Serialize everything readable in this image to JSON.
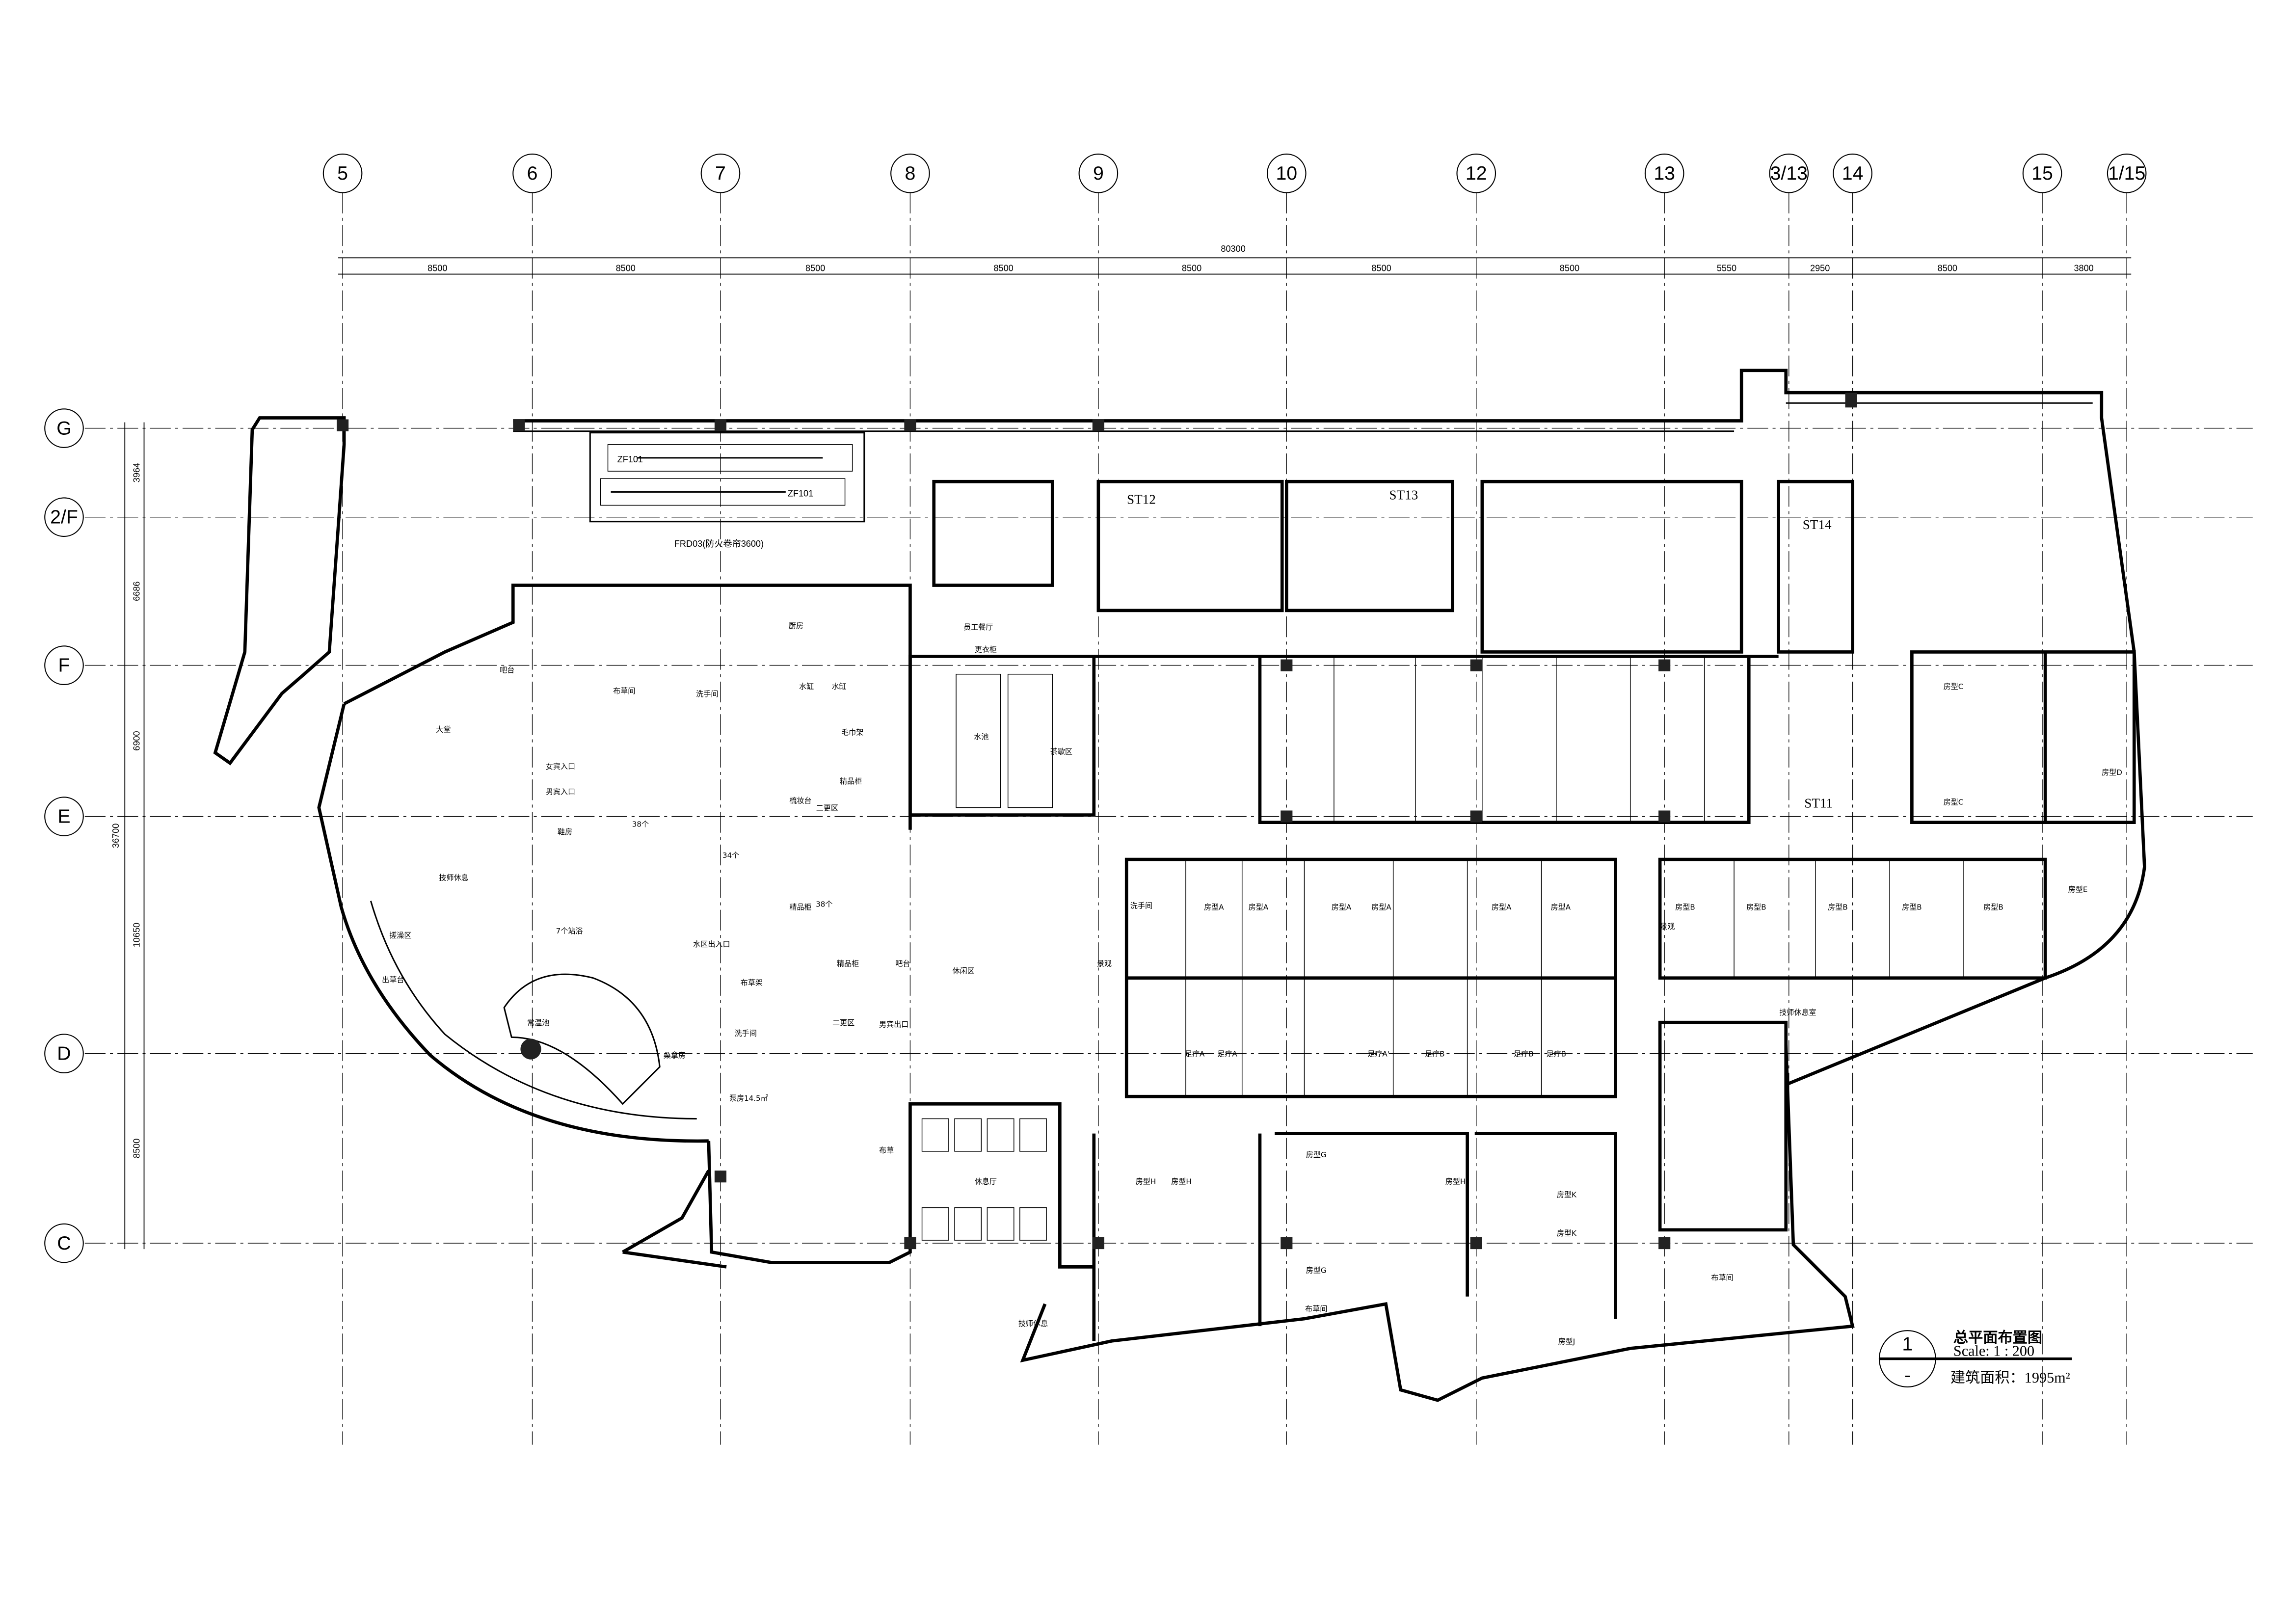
{
  "drawing": {
    "number": "1",
    "sub_number": "-",
    "title": "总平面布置图",
    "scale": "Scale: 1 : 200",
    "area": "建筑面积：1995m²"
  },
  "grid": {
    "columns": [
      "5",
      "6",
      "7",
      "8",
      "9",
      "10",
      "12",
      "13",
      "3/13",
      "14",
      "15",
      "1/15"
    ],
    "rows": [
      "G",
      "2/F",
      "F",
      "E",
      "D",
      "C"
    ]
  },
  "dimensions": {
    "total_horizontal": "80300",
    "horizontal": [
      "8500",
      "8500",
      "8500",
      "8500",
      "8500",
      "8500",
      "8500",
      "5550",
      "2950",
      "8500",
      "3800"
    ],
    "total_vertical": "36700",
    "vertical": [
      "3964",
      "6686",
      "6900",
      "10650",
      "8500"
    ]
  },
  "equipment": {
    "escalator_tag_1": "ZF101",
    "escalator_tag_2": "ZF101",
    "fire_shutter": "FRD03(防火卷帘3600)",
    "stairs": [
      "ST12",
      "ST13",
      "ST14",
      "ST11"
    ]
  },
  "rooms": [
    "大堂",
    "吧台",
    "厨房",
    "员工餐厅",
    "更衣柜",
    "水池",
    "茶歇区",
    "布草间",
    "洗手间",
    "水缸",
    "水缸",
    "毛巾架",
    "女宾入口",
    "男宾入口",
    "梳妆台",
    "二更区",
    "精品柜",
    "38个",
    "34个",
    "鞋房",
    "技师休息",
    "7个站浴",
    "水区出入口",
    "搓澡区",
    "出草台",
    "常温池",
    "布草架",
    "洗手间",
    "二更区",
    "男宾出口",
    "桑拿房",
    "泵房14.5㎡",
    "布草",
    "精品柜",
    "精品柜",
    "38个",
    "吧台",
    "休闲区",
    "景观",
    "洗手间",
    "房型A",
    "房型A",
    "房型A",
    "房型A",
    "房型A",
    "房型A",
    "足疗A",
    "足疗A",
    "足疗A'",
    "足疗B",
    "足疗B",
    "足疗B",
    "休息厅",
    "房型H",
    "房型H",
    "房型G",
    "房型G",
    "房型H",
    "房型K",
    "房型K",
    "房型J",
    "布草间",
    "技师休息",
    "房型C",
    "房型C",
    "房型D",
    "房型B",
    "房型B",
    "房型B",
    "房型B",
    "房型B",
    "房型E",
    "技师休息室",
    "景观",
    "布草间"
  ]
}
